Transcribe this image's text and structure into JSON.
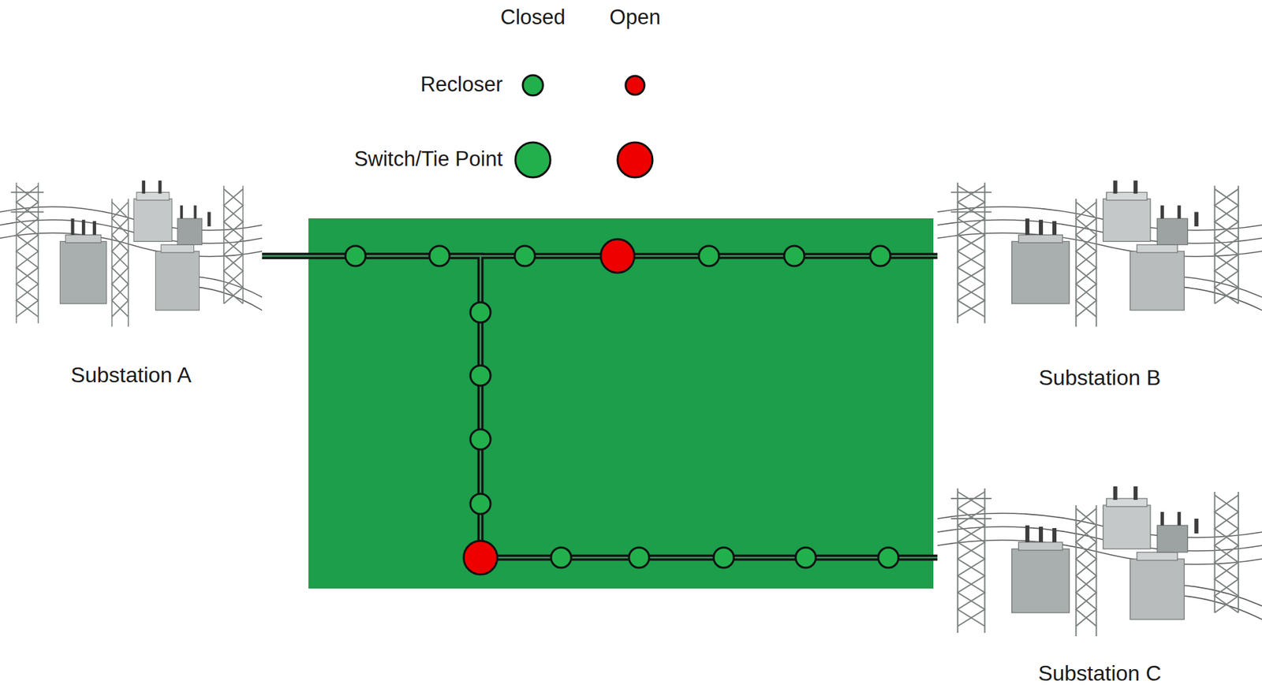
{
  "diagram": {
    "nodes": [
      {
        "text": [
          "Substation A"
        ]
      },
      {
        "text": [
          "Substation B"
        ]
      },
      {
        "text": [
          "Substation C"
        ]
      }
    ],
    "edges": [
      {
        "from": 0,
        "to": 1,
        "arrow": "none"
      },
      {
        "from": 0,
        "to": 2,
        "arrow": "none"
      }
    ],
    "labels": [
      "Closed",
      "Open"
    ],
    "legend": [
      {
        "text": "Recloser"
      },
      {
        "text": "Switch/Tie Point"
      }
    ]
  }
}
